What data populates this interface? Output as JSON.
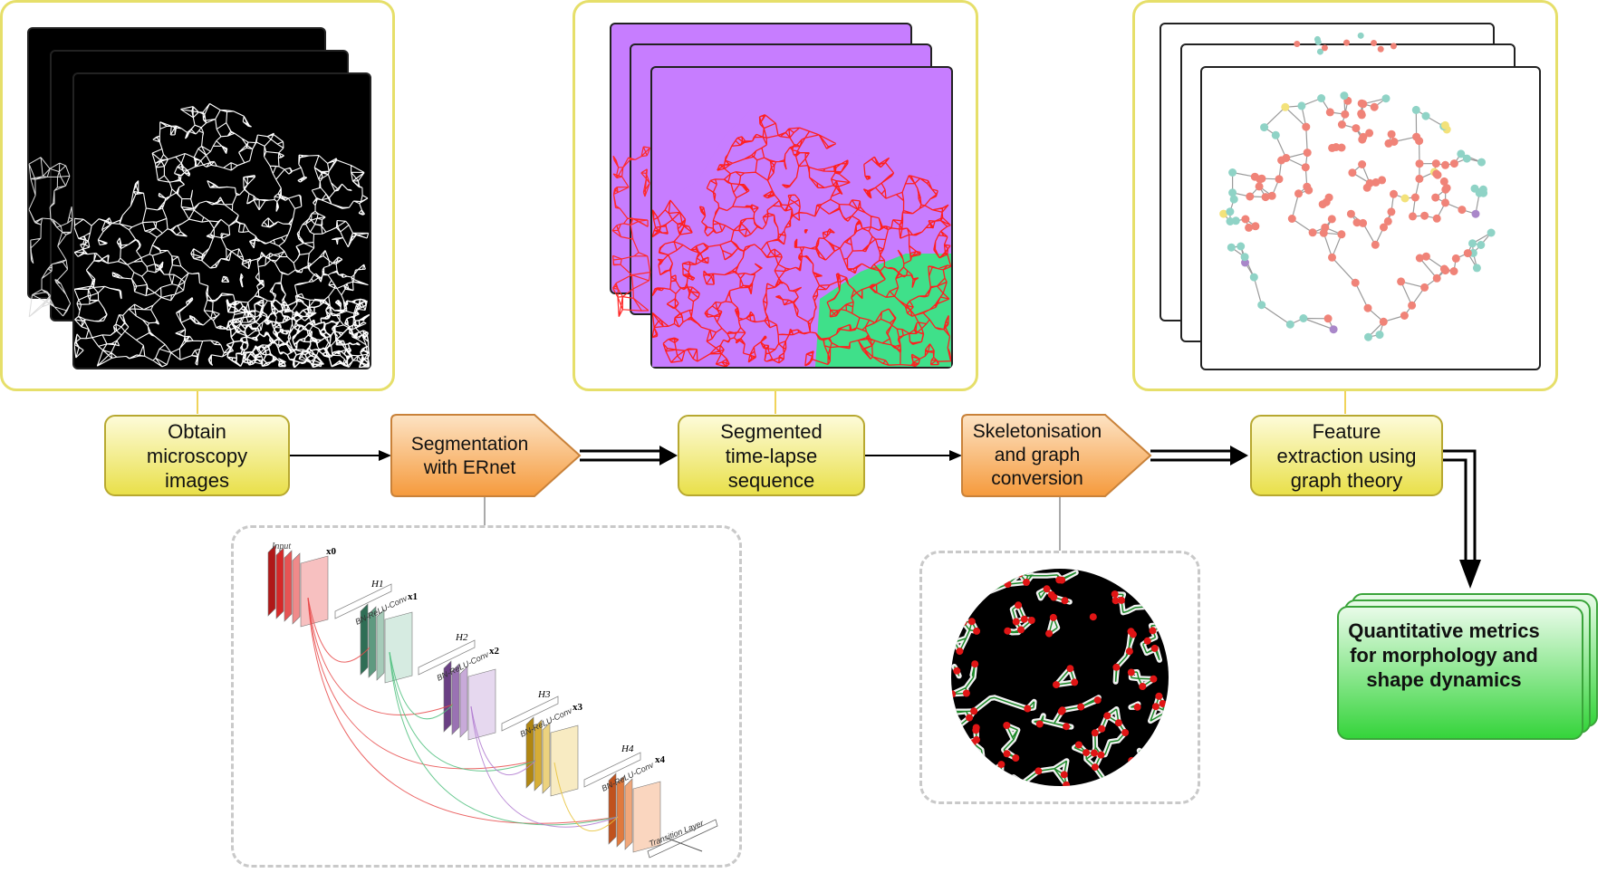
{
  "steps": {
    "obtain": [
      "Obtain",
      "microscopy",
      "images"
    ],
    "segmentation": [
      "Segmentation",
      "with ERnet"
    ],
    "segmented": [
      "Segmented",
      "time-lapse",
      "sequence"
    ],
    "skeleton": [
      "Skeletonisation",
      "and graph",
      "conversion"
    ],
    "feature": [
      "Feature",
      "extraction using",
      "graph theory"
    ]
  },
  "result": [
    "Quantitative metrics",
    "for morphology and",
    "shape dynamics"
  ],
  "ernet_diagram": {
    "input": "Input",
    "layers": [
      "H1",
      "H2",
      "H3",
      "H4"
    ],
    "features": [
      "x0",
      "x1",
      "x2",
      "x3",
      "x4"
    ],
    "op": "BN-ReLU-Conv",
    "transition": "Transition Layer"
  },
  "colors": {
    "yellow_box": "#e9e04a",
    "orange_box": "#f59a3c",
    "green_box": "#35d43b",
    "panel_border": "#e6df6a",
    "seg_background": "#c77dff",
    "seg_network": "#ff1f1f",
    "seg_dense": "#3fe08a"
  }
}
